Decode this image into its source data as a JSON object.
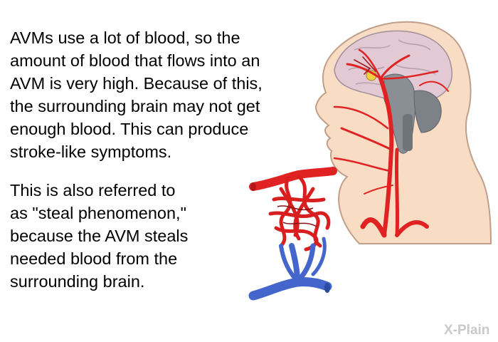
{
  "paragraphs": [
    {
      "lines": [
        "AVMs use a lot of blood, so the",
        "amount of blood that flows into an",
        "AVM is very high. Because of this,",
        "the surrounding brain may not get",
        "enough blood. This can produce",
        "stroke-like symptoms."
      ]
    },
    {
      "lines": [
        "This is also referred to",
        "as \"steal phenomenon,\"",
        "because the AVM steals",
        "needed blood from the",
        "surrounding brain."
      ]
    }
  ],
  "watermark": {
    "text": "X-Plain",
    "color": "#c9c9c9"
  },
  "colors": {
    "artery": "#e02222",
    "vein": "#4466cc",
    "skin": "#f9dcc4",
    "brain": "#e2c9d4",
    "nerve": "#f0d040"
  },
  "illustrations": [
    "head-profile-illustration",
    "avm-vessel-tangle-illustration"
  ]
}
